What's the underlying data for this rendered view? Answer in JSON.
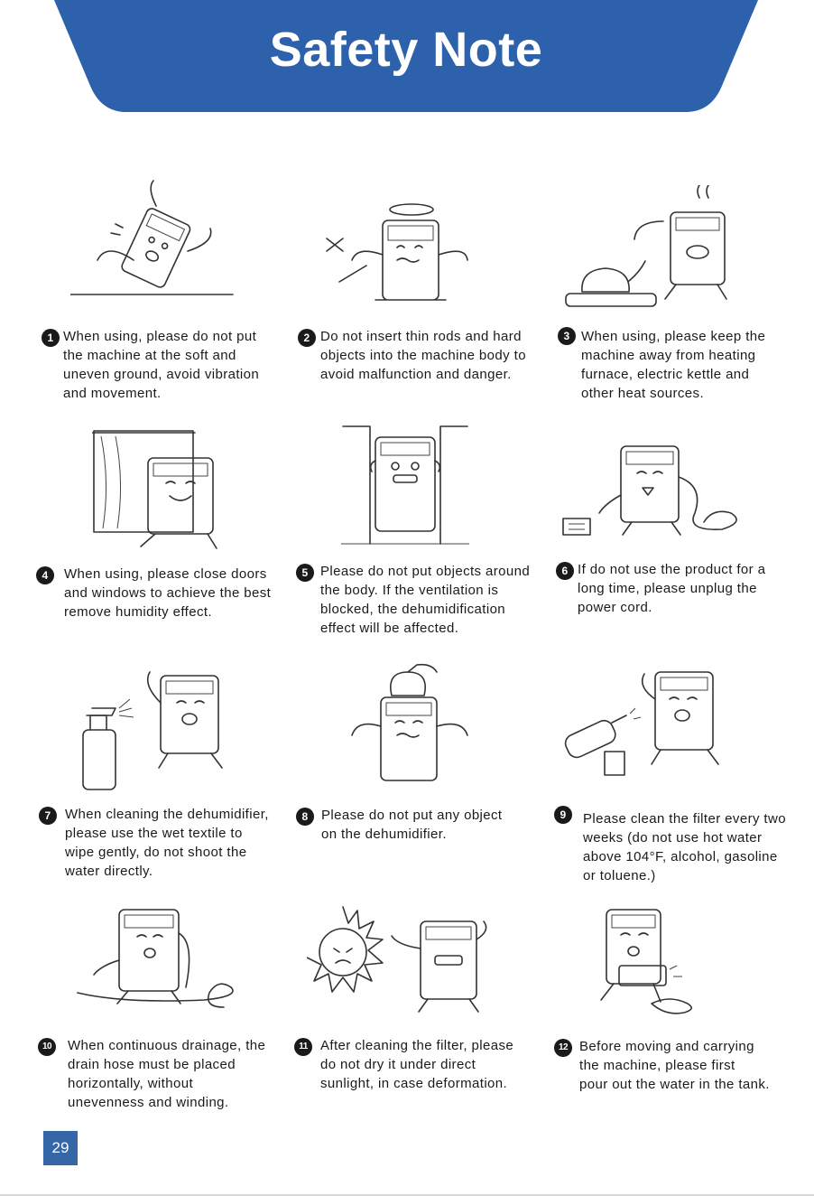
{
  "header": {
    "title": "Safety Note"
  },
  "colors": {
    "banner": "#2e61ac",
    "page_badge": "#3566a8"
  },
  "notes": [
    {
      "number": "1",
      "text": "When using, please do not put\nthe machine at the soft and\nuneven ground, avoid vibration\nand movement."
    },
    {
      "number": "2",
      "text": "Do not insert thin rods and hard\nobjects into the machine body to\navoid malfunction and danger."
    },
    {
      "number": "3",
      "text": "When using, please keep the\nmachine away from heating\nfurnace, electric kettle and\nother heat sources."
    },
    {
      "number": "4",
      "text": "When using, please close doors\nand windows to achieve the best\nremove humidity effect."
    },
    {
      "number": "5",
      "text": "Please do not put objects around\nthe body. If the ventilation is\nblocked, the dehumidification\neffect will be affected."
    },
    {
      "number": "6",
      "text": "If do not use the product for a\nlong time, please unplug the\npower cord."
    },
    {
      "number": "7",
      "text": "When cleaning the dehumidifier,\nplease use the wet textile to\nwipe gently, do not shoot the\nwater directly."
    },
    {
      "number": "8",
      "text": "Please do not put any object\non the dehumidifier."
    },
    {
      "number": "9",
      "text": "Please clean the filter every two\nweeks (do not use hot water\nabove 104°F, alcohol,  gasoline\nor toluene.)"
    },
    {
      "number": "10",
      "text": "When continuous drainage, the\ndrain hose must be placed\nhorizontally, without\nunevenness and winding."
    },
    {
      "number": "11",
      "text": "After cleaning the filter, please\ndo not dry it under direct\nsunlight, in case deformation."
    },
    {
      "number": "12",
      "text": "Before moving and carrying\nthe machine, please first\npour out the water in the tank."
    }
  ],
  "footer": {
    "page_number": "29"
  }
}
